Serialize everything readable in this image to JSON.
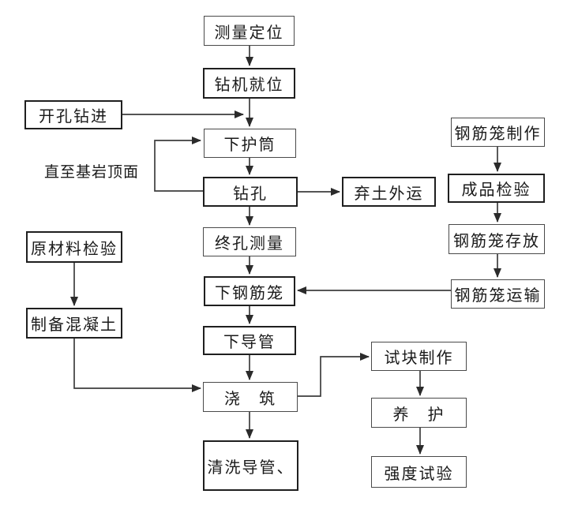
{
  "diagram": {
    "title_hint": "bored-pile construction process flowchart",
    "colors": {
      "background": "#ffffff",
      "line": "#3d3d3d",
      "border": "#1f1f1f",
      "text": "#1a1a1a"
    },
    "nodes": {
      "survey": {
        "label": "测量定位"
      },
      "rig": {
        "label": "钻机就位"
      },
      "openhole": {
        "label": "开孔钻进"
      },
      "casing": {
        "label": "下护筒"
      },
      "drilling": {
        "label": "钻孔"
      },
      "waste": {
        "label": "弃土外运"
      },
      "finalsurvey": {
        "label": "终孔测量"
      },
      "rebarcage": {
        "label": "下钢筋笼"
      },
      "conduit": {
        "label": "下导管"
      },
      "pouring": {
        "label": "浇　筑"
      },
      "clean": {
        "label": "清洗导管、"
      },
      "rawmat": {
        "label": "原材料检验"
      },
      "concrete": {
        "label": "制备混凝土"
      },
      "cagefab": {
        "label": "钢筋笼制作"
      },
      "prodinsp": {
        "label": "成品检验"
      },
      "cagestore": {
        "label": "钢筋笼存放"
      },
      "cagetrans": {
        "label": "钢筋笼运输"
      },
      "testblock": {
        "label": "试块制作"
      },
      "curing": {
        "label": "养　护"
      },
      "strength": {
        "label": "强度试验"
      }
    },
    "annotations": {
      "until_bedrock_top": "直至基岩顶面"
    }
  }
}
